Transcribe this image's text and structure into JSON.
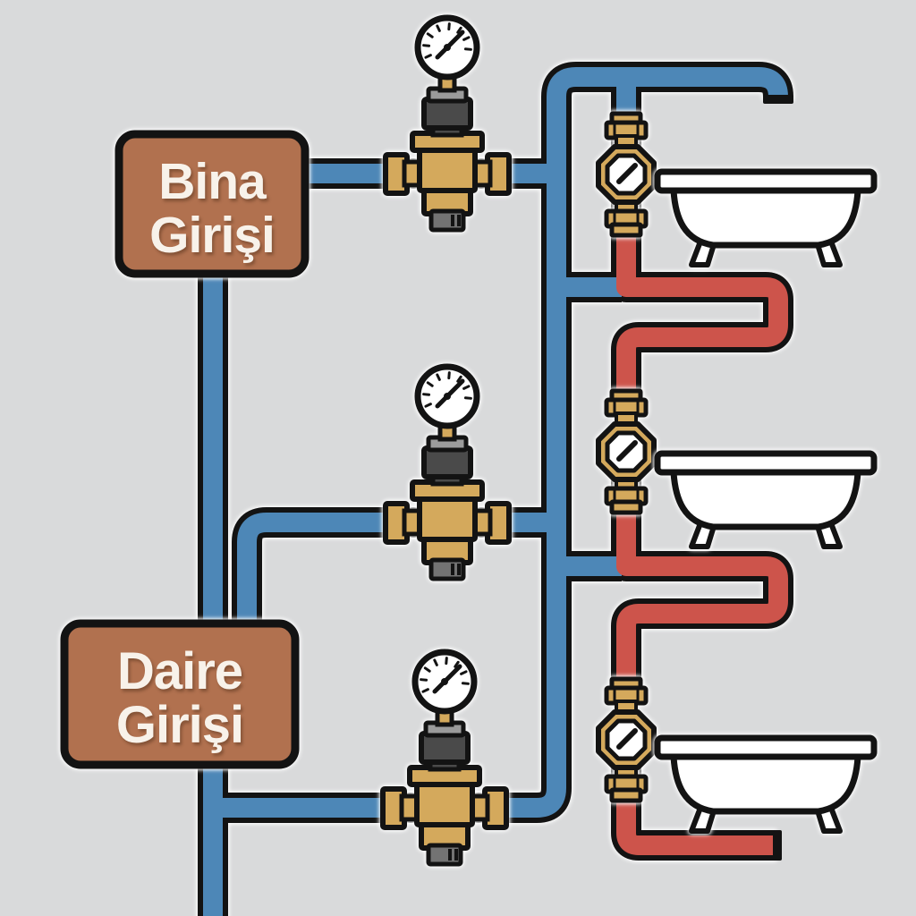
{
  "diagram": {
    "type": "plumbing-schematic",
    "background_color": "#d9dadb",
    "outline_color": "#131313",
    "labels": {
      "building_entrance": {
        "line1": "Bina",
        "line2": "Girişi"
      },
      "apartment_entrance": {
        "line1": "Daire",
        "line2": "Girişi"
      },
      "box_fill_color": "#b1714f",
      "text_color": "#f8f2ea"
    },
    "pipes": {
      "cold_water_color": "#4d87b7",
      "hot_branch_color": "#cd544b"
    },
    "equipment": {
      "brass_color": "#d4a95c",
      "valve_metal_dark": "#4a4a4a",
      "valve_metal_light": "#9b9b9b",
      "pressure_reducer_count": 3,
      "pressure_gauge_count": 3,
      "water_meter_count": 3,
      "bathtub_count": 3
    }
  }
}
